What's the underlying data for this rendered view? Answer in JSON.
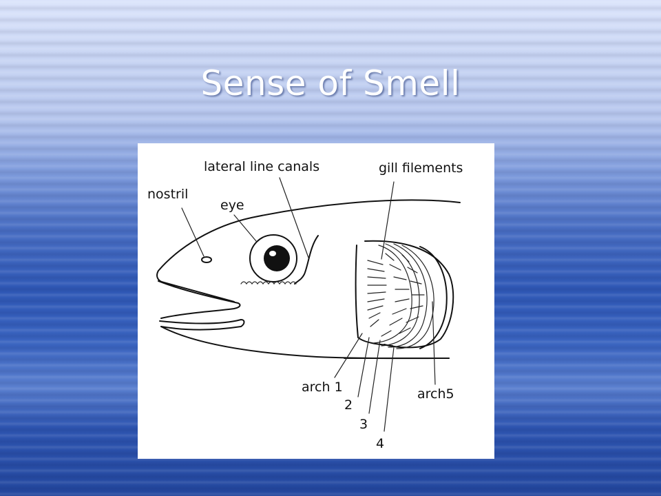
{
  "slide": {
    "title": "Sense of Smell"
  },
  "diagram": {
    "labels": {
      "lateral_line": "lateral line canals",
      "gill_filaments": "gill filements",
      "nostril": "nostril",
      "eye": "eye",
      "arch1": "arch 1",
      "arch2": "2",
      "arch3": "3",
      "arch4": "4",
      "arch5": "arch5"
    }
  },
  "colors": {
    "title_text": "#ffffff",
    "background_light": "#dbe4fb",
    "background_dark": "#23479e",
    "ink": "#111111"
  }
}
